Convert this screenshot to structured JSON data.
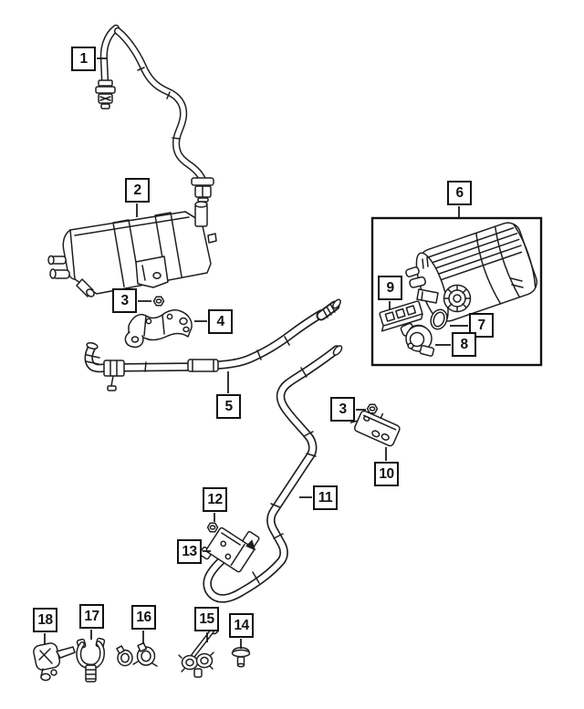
{
  "diagram": {
    "type": "exploded-parts-diagram",
    "background_color": "#ffffff",
    "line_color": "#1f1f1f",
    "callouts": [
      {
        "label": "1"
      },
      {
        "label": "2"
      },
      {
        "label": "3"
      },
      {
        "label": "4"
      },
      {
        "label": "5"
      },
      {
        "label": "6"
      },
      {
        "label": "9"
      },
      {
        "label": "7"
      },
      {
        "label": "8"
      },
      {
        "label": "3"
      },
      {
        "label": "10"
      },
      {
        "label": "11"
      },
      {
        "label": "12"
      },
      {
        "label": "13"
      },
      {
        "label": "18"
      },
      {
        "label": "17"
      },
      {
        "label": "16"
      },
      {
        "label": "15"
      },
      {
        "label": "14"
      }
    ]
  }
}
